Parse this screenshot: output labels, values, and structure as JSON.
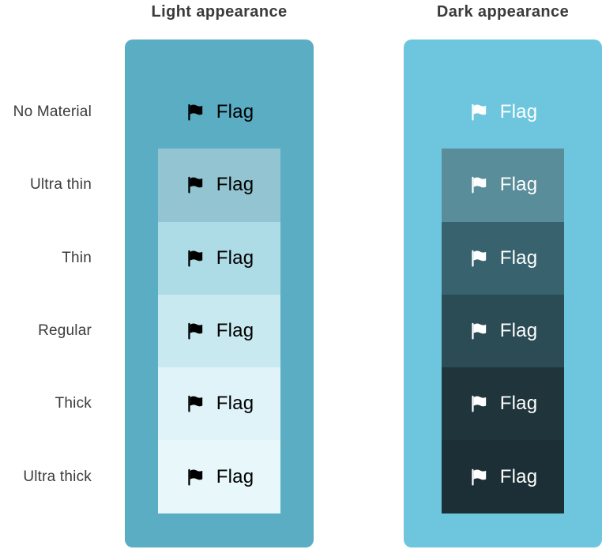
{
  "headers": {
    "light": "Light appearance",
    "dark": "Dark appearance"
  },
  "labels": [
    "No Material",
    "Ultra thin",
    "Thin",
    "Regular",
    "Thick",
    "Ultra thick"
  ],
  "flag_label": "Flag",
  "colors": {
    "page_background": "#ffffff",
    "heading_text": "#3a3a3c",
    "label_text": "#3b3b3d"
  },
  "panels": {
    "light": {
      "heading": "Light appearance",
      "background": "#5aadc3",
      "foreground": "#000000",
      "rows": [
        {
          "material": "No Material",
          "swatch": ""
        },
        {
          "material": "Ultra thin",
          "swatch": "#93c4d2"
        },
        {
          "material": "Thin",
          "swatch": "#addbe6"
        },
        {
          "material": "Regular",
          "swatch": "#c9e9f0"
        },
        {
          "material": "Thick",
          "swatch": "#dff3f8"
        },
        {
          "material": "Ultra thick",
          "swatch": "#e8f7fa"
        }
      ]
    },
    "dark": {
      "heading": "Dark appearance",
      "background": "#6ec6de",
      "foreground": "#ffffff",
      "rows": [
        {
          "material": "No Material",
          "swatch": ""
        },
        {
          "material": "Ultra thin",
          "swatch": "#588d99"
        },
        {
          "material": "Thin",
          "swatch": "#38636e"
        },
        {
          "material": "Regular",
          "swatch": "#2b4b55"
        },
        {
          "material": "Thick",
          "swatch": "#20343c"
        },
        {
          "material": "Ultra thick",
          "swatch": "#1d2f36"
        }
      ]
    }
  }
}
